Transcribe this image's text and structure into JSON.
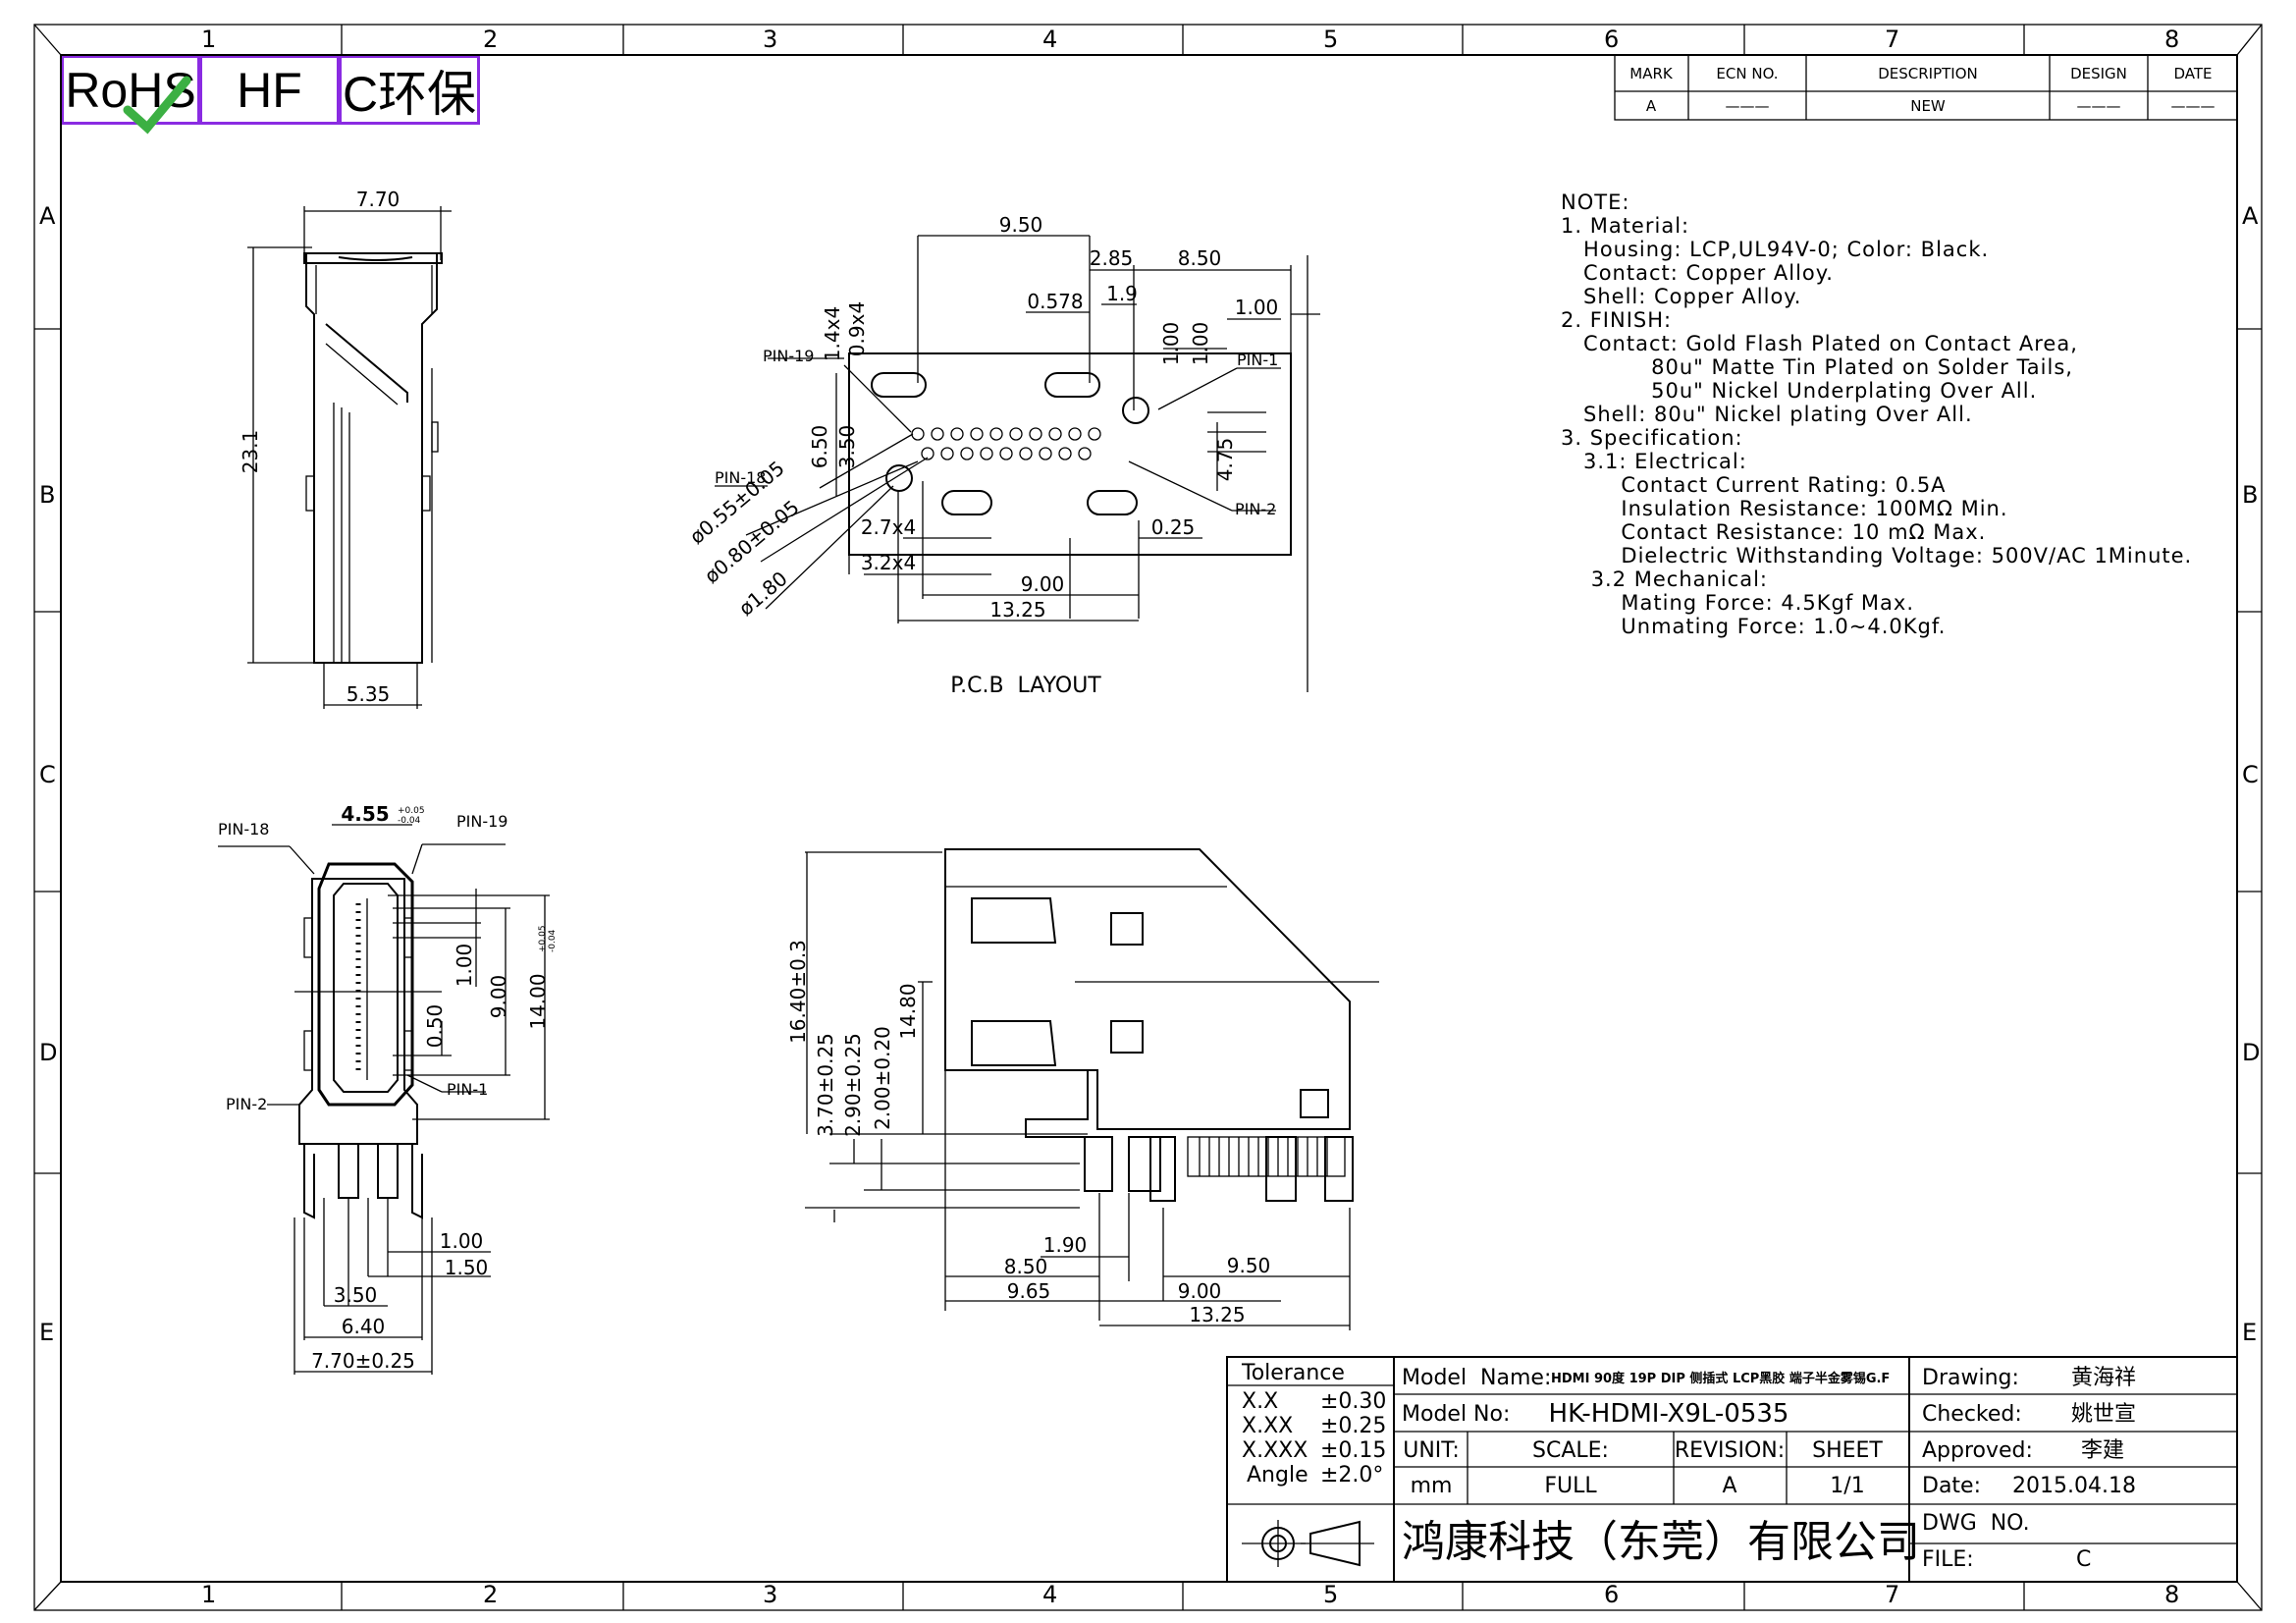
{
  "certifications": [
    "RoHS",
    "HF",
    "C环保"
  ],
  "border": {
    "columns": [
      "1",
      "2",
      "3",
      "4",
      "5",
      "6",
      "7",
      "8"
    ],
    "rows": [
      "A",
      "B",
      "C",
      "D",
      "E"
    ]
  },
  "revision_table": {
    "headers": [
      "MARK",
      "ECN NO.",
      "DESCRIPTION",
      "DESIGN",
      "DATE"
    ],
    "row": [
      "A",
      "———",
      "NEW",
      "———",
      "———"
    ]
  },
  "notes": [
    "NOTE:",
    "1. Material:",
    "   Housing: LCP,UL94V-0; Color: Black.",
    "   Contact: Copper Alloy.",
    "   Shell: Copper Alloy.",
    "2. FINISH:",
    "   Contact: Gold Flash Plated on Contact Area,",
    "            80u\" Matte Tin Plated on Solder Tails,",
    "            50u\" Nickel Underplating Over All.",
    "   Shell: 80u\" Nickel plating Over All.",
    "3. Specification:",
    "   3.1: Electrical:",
    "        Contact Current Rating: 0.5A",
    "        Insulation Resistance: 100MΩ Min.",
    "        Contact Resistance: 10 mΩ Max.",
    "        Dielectric Withstanding Voltage: 500V/AC 1Minute.",
    "    3.2 Mechanical:",
    "        Mating Force: 4.5Kgf Max.",
    "        Unmating Force: 1.0~4.0Kgf."
  ],
  "views": {
    "pcb_layout_label": "P.C.B  LAYOUT",
    "side_view": {
      "top": "7.70",
      "height": "23.1",
      "bottom": "5.35"
    },
    "pcb_layout": {
      "d_950": "9.50",
      "d_285": "2.85",
      "d_850": "8.50",
      "d_0578": "0.578",
      "d_19": "1.9",
      "d_100a": "1.00",
      "d_100b": "1.00",
      "d_100c": "1.00",
      "d_14x4": "1.4x4",
      "d_09x4": "0.9x4",
      "d_650": "6.50",
      "d_350": "3.50",
      "d_475": "4.75",
      "d_27x4": "2.7x4",
      "d_32x4": "3.2x4",
      "d_025": "0.25",
      "d_900": "9.00",
      "d_1325": "13.25",
      "hole1": "ø0.55±0.05",
      "hole2": "ø0.80±0.05",
      "hole3": "ø1.80",
      "pin19": "PIN-19",
      "pin18": "PIN-18",
      "pin1": "PIN-1",
      "pin2": "PIN-2"
    },
    "front_view": {
      "top": "4.55",
      "top_tol_plus": "+0.05",
      "top_tol_minus": "-0.04",
      "d_100": "1.00",
      "d_050": "0.50",
      "d_900": "9.00",
      "d_1400": "14.00",
      "d_1400_tol_plus": "+0.05",
      "d_1400_tol_minus": "-0.04",
      "d_100b": "1.00",
      "d_150": "1.50",
      "d_350": "3.50",
      "d_640": "6.40",
      "d_770": "7.70±0.25",
      "pin18": "PIN-18",
      "pin19": "PIN-19",
      "pin1": "PIN-1",
      "pin2": "PIN-2"
    },
    "profile_view": {
      "d_1640": "16.40±0.3",
      "d_370": "3.70±0.25",
      "d_290": "2.90±0.25",
      "d_200": "2.00±0.20",
      "d_1480": "14.80",
      "d_190": "1.90",
      "d_850": "8.50",
      "d_965": "9.65",
      "d_950": "9.50",
      "d_900": "9.00",
      "d_1325": "13.25"
    }
  },
  "title_block": {
    "tolerance_title": "Tolerance",
    "tolerances": [
      [
        "X.X",
        "±0.30"
      ],
      [
        "X.XX",
        "±0.25"
      ],
      [
        "X.XXX",
        "±0.15"
      ],
      [
        "Angle",
        "±2.0°"
      ]
    ],
    "model_name_label": "Model  Name:",
    "model_name": "HDMI 90度 19P DIP 侧插式 LCP黑胶 端子半金雾锡G.F",
    "model_no_label": "Model No:",
    "model_no": "HK-HDMI-X9L-0535",
    "unit_label": "UNIT:",
    "unit": "mm",
    "scale_label": "SCALE:",
    "scale": "FULL",
    "revision_label": "REVISION:",
    "revision": "A",
    "sheet_label": "SHEET",
    "sheet": "1/1",
    "company": "鸿康科技（东莞）有限公司",
    "drawing_label": "Drawing:",
    "drawing": "黄海祥",
    "checked_label": "Checked:",
    "checked": "姚世宣",
    "approved_label": "Approved:",
    "approved": "李建",
    "date_label": "Date:",
    "date": "2015.04.18",
    "dwg_label": "DWG  NO.",
    "dwg": "",
    "file_label": "FILE:",
    "file": "C"
  }
}
